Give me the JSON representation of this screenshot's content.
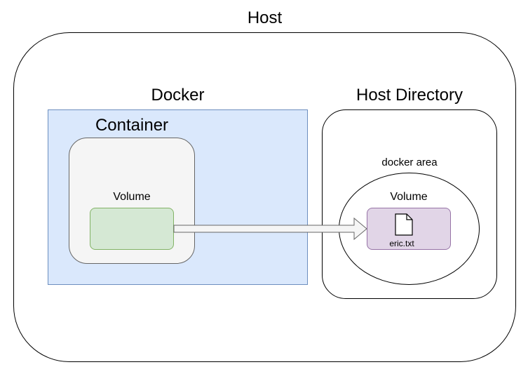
{
  "host": {
    "title": "Host"
  },
  "docker": {
    "title": "Docker",
    "container": {
      "title": "Container",
      "volume_label": "Volume"
    }
  },
  "host_directory": {
    "title": "Host Directory",
    "docker_area_label": "docker area",
    "volume_label": "Volume",
    "file": {
      "name": "eric.txt",
      "icon": "file-icon"
    }
  },
  "colors": {
    "docker_fill": "#dae8fc",
    "docker_stroke": "#6c8ebf",
    "container_fill": "#f5f5f5",
    "container_stroke": "#666666",
    "container_volume_fill": "#d5e8d4",
    "container_volume_stroke": "#82b366",
    "host_volume_fill": "#e1d5e7",
    "host_volume_stroke": "#9673a6",
    "arrow_fill": "#f5f5f5"
  }
}
